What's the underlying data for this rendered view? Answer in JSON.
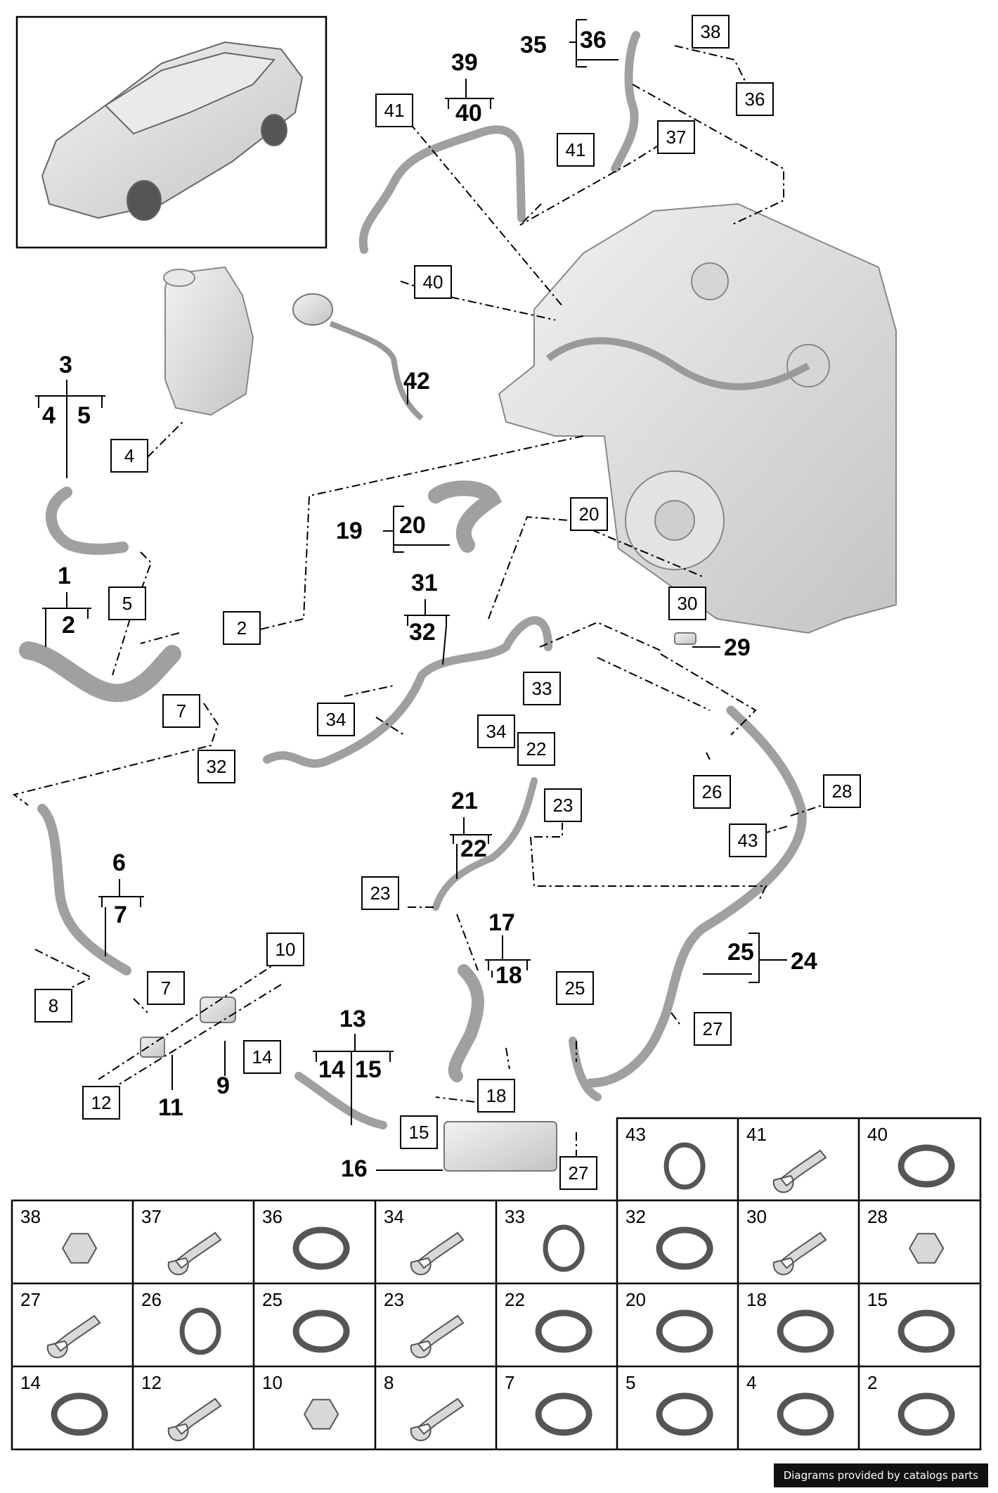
{
  "footer_text": "Diagrams provided by catalogs parts",
  "callouts": {
    "c35": "35",
    "c36": "36",
    "c39": "39",
    "c40": "40",
    "c42": "42",
    "c3": "3",
    "c4": "4",
    "c5": "5",
    "c19": "19",
    "c20": "20",
    "c1": "1",
    "c2": "2",
    "c31": "31",
    "c32": "32",
    "c29": "29",
    "c6": "6",
    "c7": "7",
    "c21": "21",
    "c22": "22",
    "c17": "17",
    "c18": "18",
    "c25": "25",
    "c24": "24",
    "c13": "13",
    "c14": "14",
    "c15": "15",
    "c16": "16",
    "c9": "9",
    "c11": "11"
  },
  "box_labels": {
    "b38": "38",
    "b36": "36",
    "b41a": "41",
    "b41b": "41",
    "b37": "37",
    "b40": "40",
    "b4": "4",
    "b20": "20",
    "b5": "5",
    "b2": "2",
    "b30": "30",
    "b7a": "7",
    "b34a": "34",
    "b33": "33",
    "b34b": "34",
    "b32": "32",
    "b22": "22",
    "b26": "26",
    "b28": "28",
    "b23a": "23",
    "b43": "43",
    "b23b": "23",
    "b10": "10",
    "b8": "8",
    "b7b": "7",
    "b25": "25",
    "b27a": "27",
    "b14": "14",
    "b18": "18",
    "b12": "12",
    "b15": "15",
    "b27b": "27"
  },
  "table_row0": [
    "43",
    "41",
    "40"
  ],
  "table_row1": [
    "38",
    "37",
    "36",
    "34",
    "33",
    "32",
    "30",
    "28"
  ],
  "table_row2": [
    "27",
    "26",
    "25",
    "23",
    "22",
    "20",
    "18",
    "15"
  ],
  "table_row3": [
    "14",
    "12",
    "10",
    "8",
    "7",
    "5",
    "4",
    "2"
  ],
  "colors": {
    "line": "#000000",
    "part_fill": "#d8d8d8",
    "part_stroke": "#555555"
  }
}
